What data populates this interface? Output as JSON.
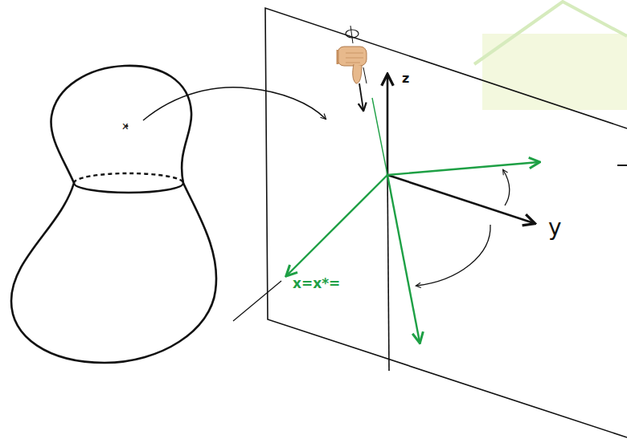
{
  "diagram": {
    "labels": [
      "x",
      "z",
      "y",
      "x=x*="
    ]
  }
}
